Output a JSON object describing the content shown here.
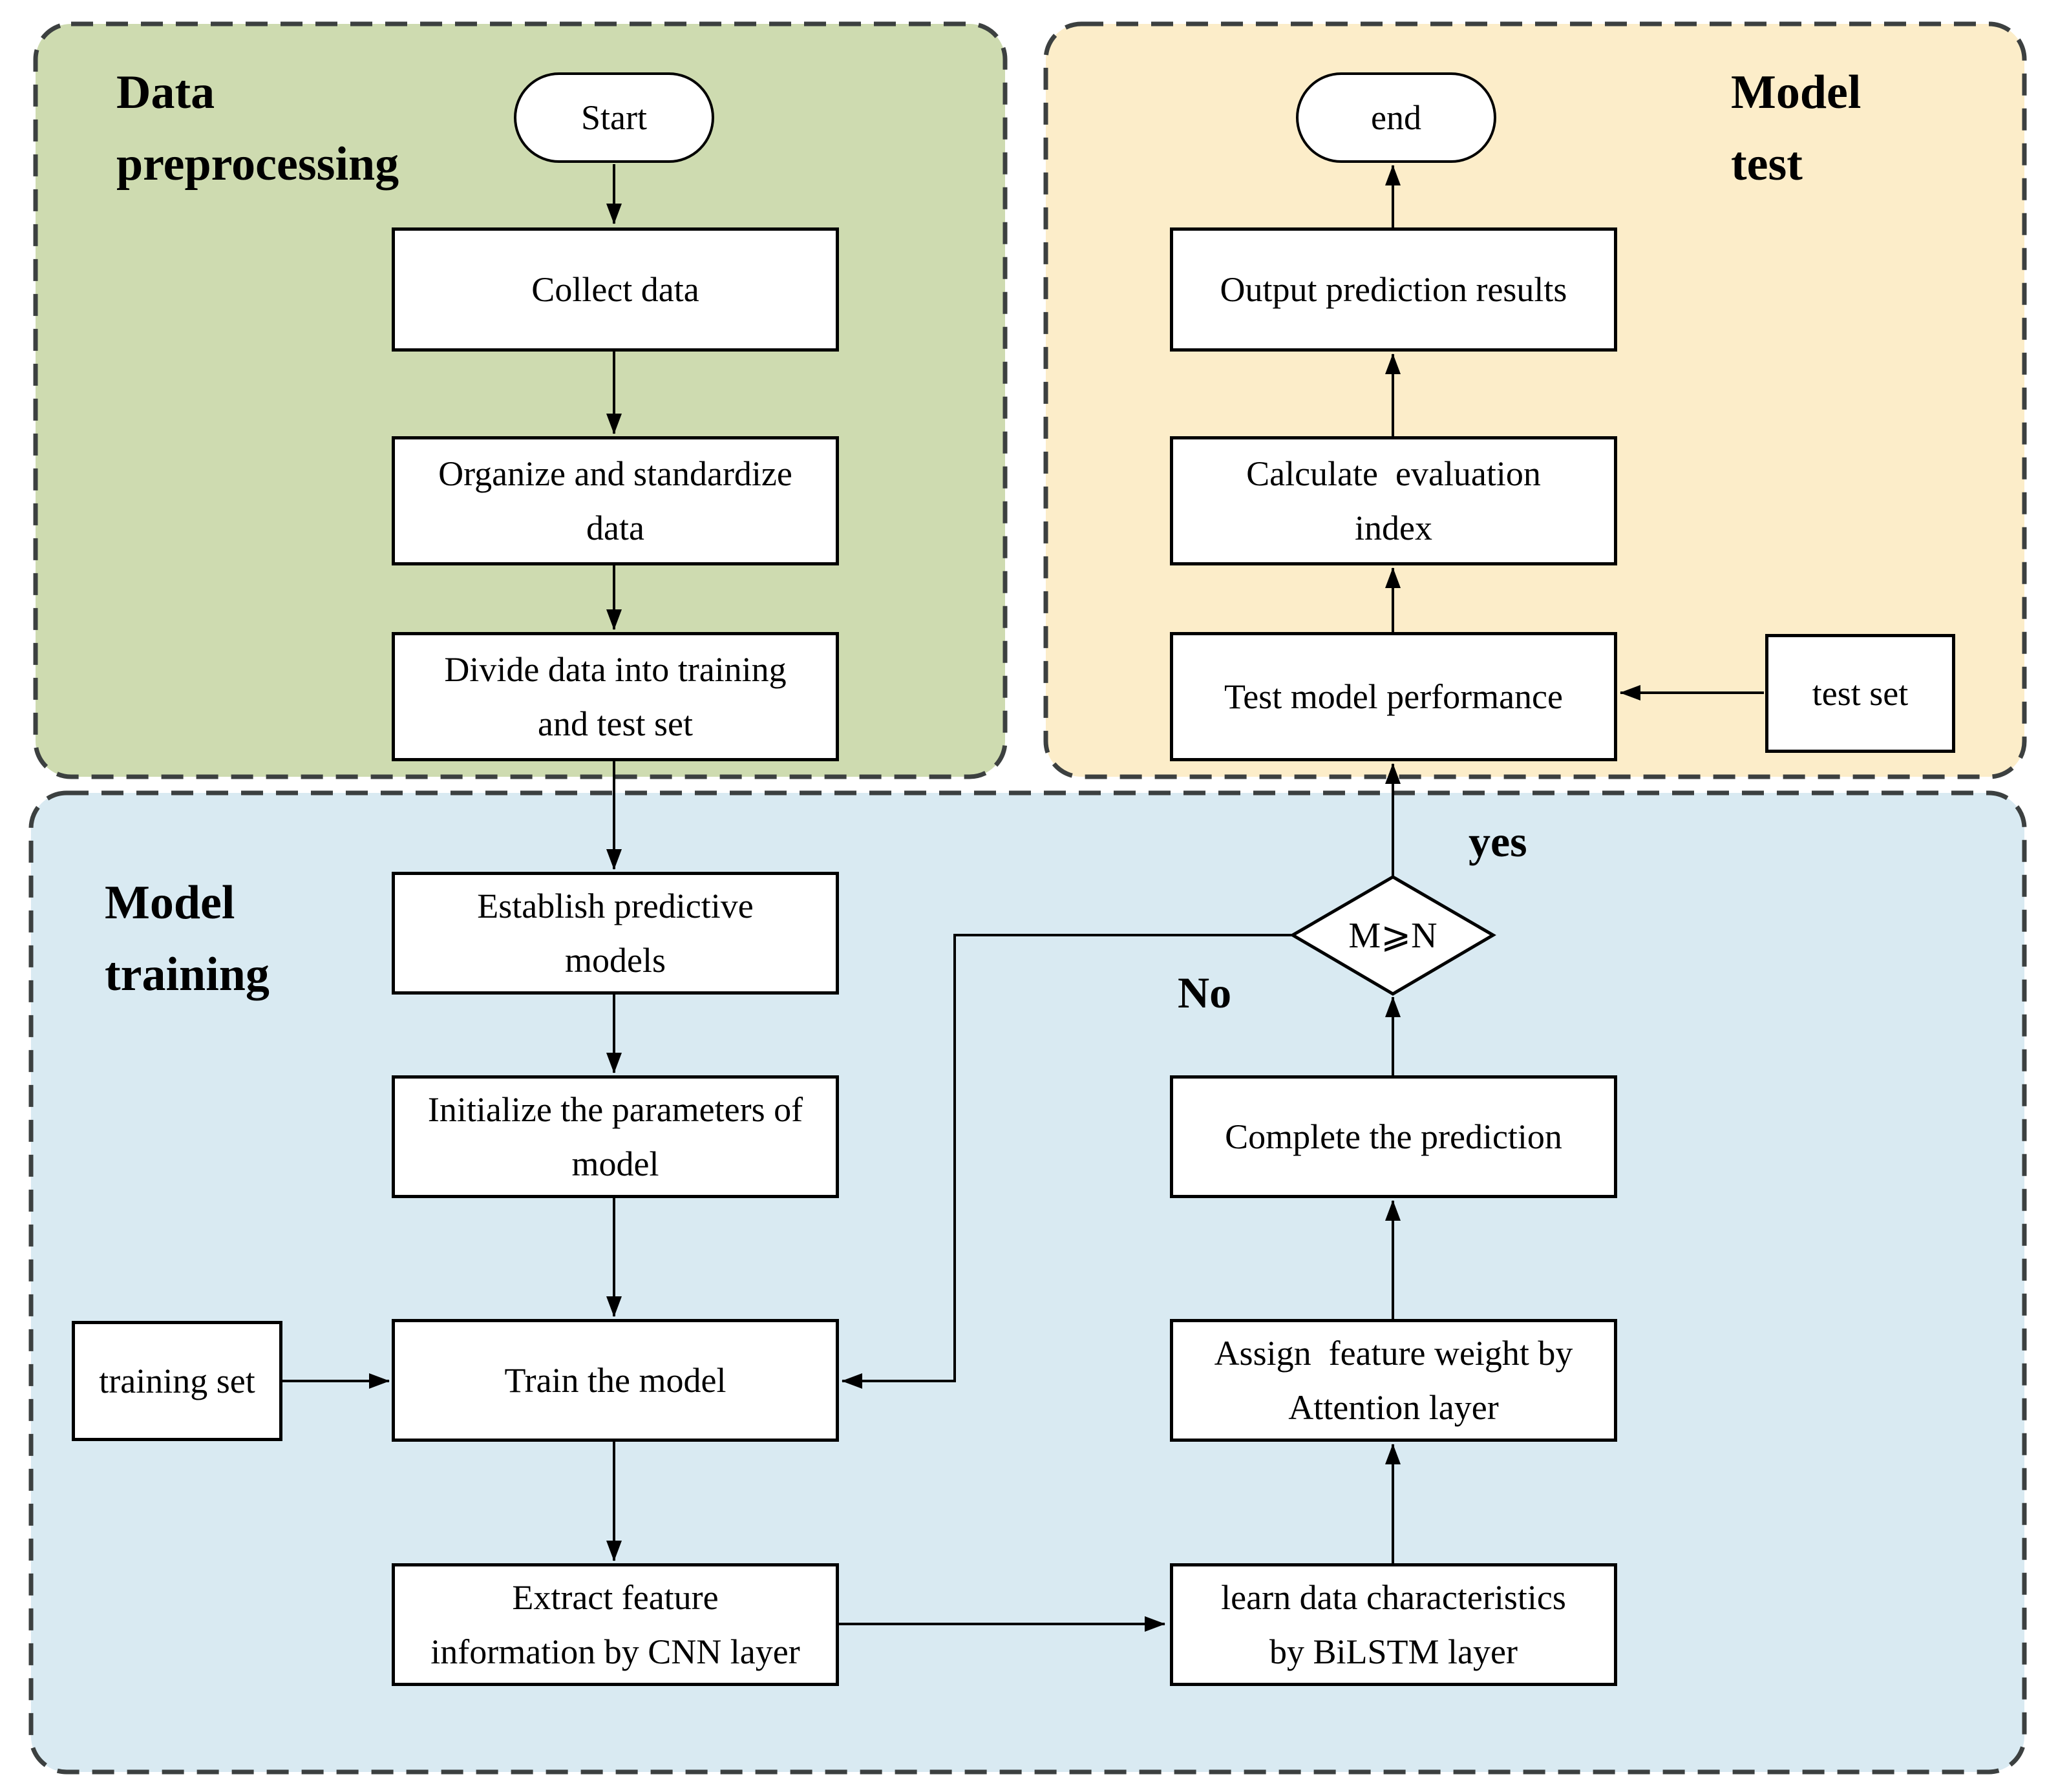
{
  "figure": {
    "type": "flowchart",
    "description": "CNN-BiLSTM-Attention model workflow flowchart with three stages"
  },
  "regions": {
    "preprocessing": {
      "label": "Data\npreprocessing",
      "fill": "#cedbb0"
    },
    "model_test": {
      "label": "Model\ntest",
      "fill": "#fcedc9"
    },
    "model_training": {
      "label": "Model\ntraining",
      "fill": "#d9eaf2"
    }
  },
  "nodes": {
    "start": "Start",
    "collect": "Collect data",
    "organize": "Organize and standardize\ndata",
    "divide": "Divide data into training\nand test set",
    "establish": "Establish predictive\nmodels",
    "initialize": "Initialize the parameters of\nmodel",
    "train": "Train the model",
    "training_set": "training set",
    "extract": "Extract feature\ninformation by CNN layer",
    "learn": "learn data characteristics\nby BiLSTM layer",
    "assign": "Assign  feature weight by\nAttention layer",
    "complete": "Complete the prediction",
    "decision": "M⩾N",
    "test_model": "Test model performance",
    "test_set": "test set",
    "calculate": "Calculate  evaluation\nindex",
    "output": "Output prediction results",
    "end": "end"
  },
  "edge_labels": {
    "yes": "yes",
    "no": "No"
  },
  "colors": {
    "node_fill": "#ffffff",
    "node_border": "#000000",
    "connector": "#000000",
    "region_border": "#3c4040",
    "background": "#ffffff"
  }
}
